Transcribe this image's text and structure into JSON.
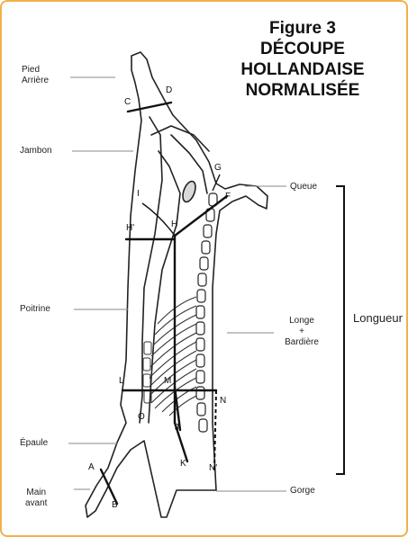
{
  "figure": {
    "title_lines": [
      "Figure 3",
      "DÉCOUPE",
      "HOLLANDAISE",
      "NORMALISÉE"
    ]
  },
  "labels": {
    "pied_arriere_1": "Pied",
    "pied_arriere_2": "Arrière",
    "jambon": "Jambon",
    "poitrine": "Poitrine",
    "epaule": "Épaule",
    "main_avant_1": "Main",
    "main_avant_2": "avant",
    "queue": "Queue",
    "longe_1": "Longe",
    "longe_2": "+",
    "longe_3": "Bardière",
    "longueur": "Longueur",
    "gorge": "Gorge"
  },
  "points": {
    "A": "A",
    "B": "B",
    "C": "C",
    "D": "D",
    "G": "G",
    "F": "F",
    "I": "I",
    "H": "H",
    "H_prime": "H'",
    "L": "L",
    "M": "M",
    "N": "N",
    "N_prime": "N'",
    "O": "O",
    "J": "J",
    "K": "K"
  },
  "colors": {
    "frame": "#f0b24a",
    "ink": "#222222",
    "leader": "#888888"
  }
}
